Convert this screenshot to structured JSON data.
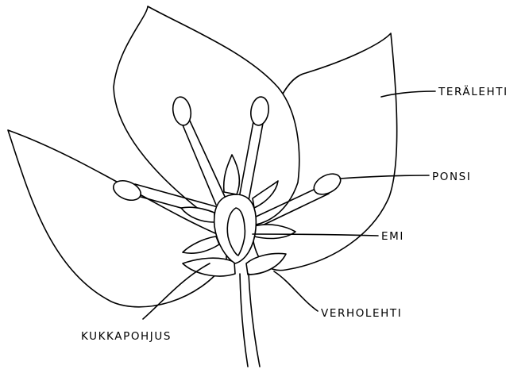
{
  "labels": {
    "teralehti": "TERÄLEHTI",
    "ponsi": "PONSI",
    "emi": "EMI",
    "verholehti": "VERHOLEHTI",
    "kukkapohjus": "KUKKAPOHJUS"
  },
  "colors": {
    "ink": "#000000",
    "paper": "#ffffff"
  }
}
